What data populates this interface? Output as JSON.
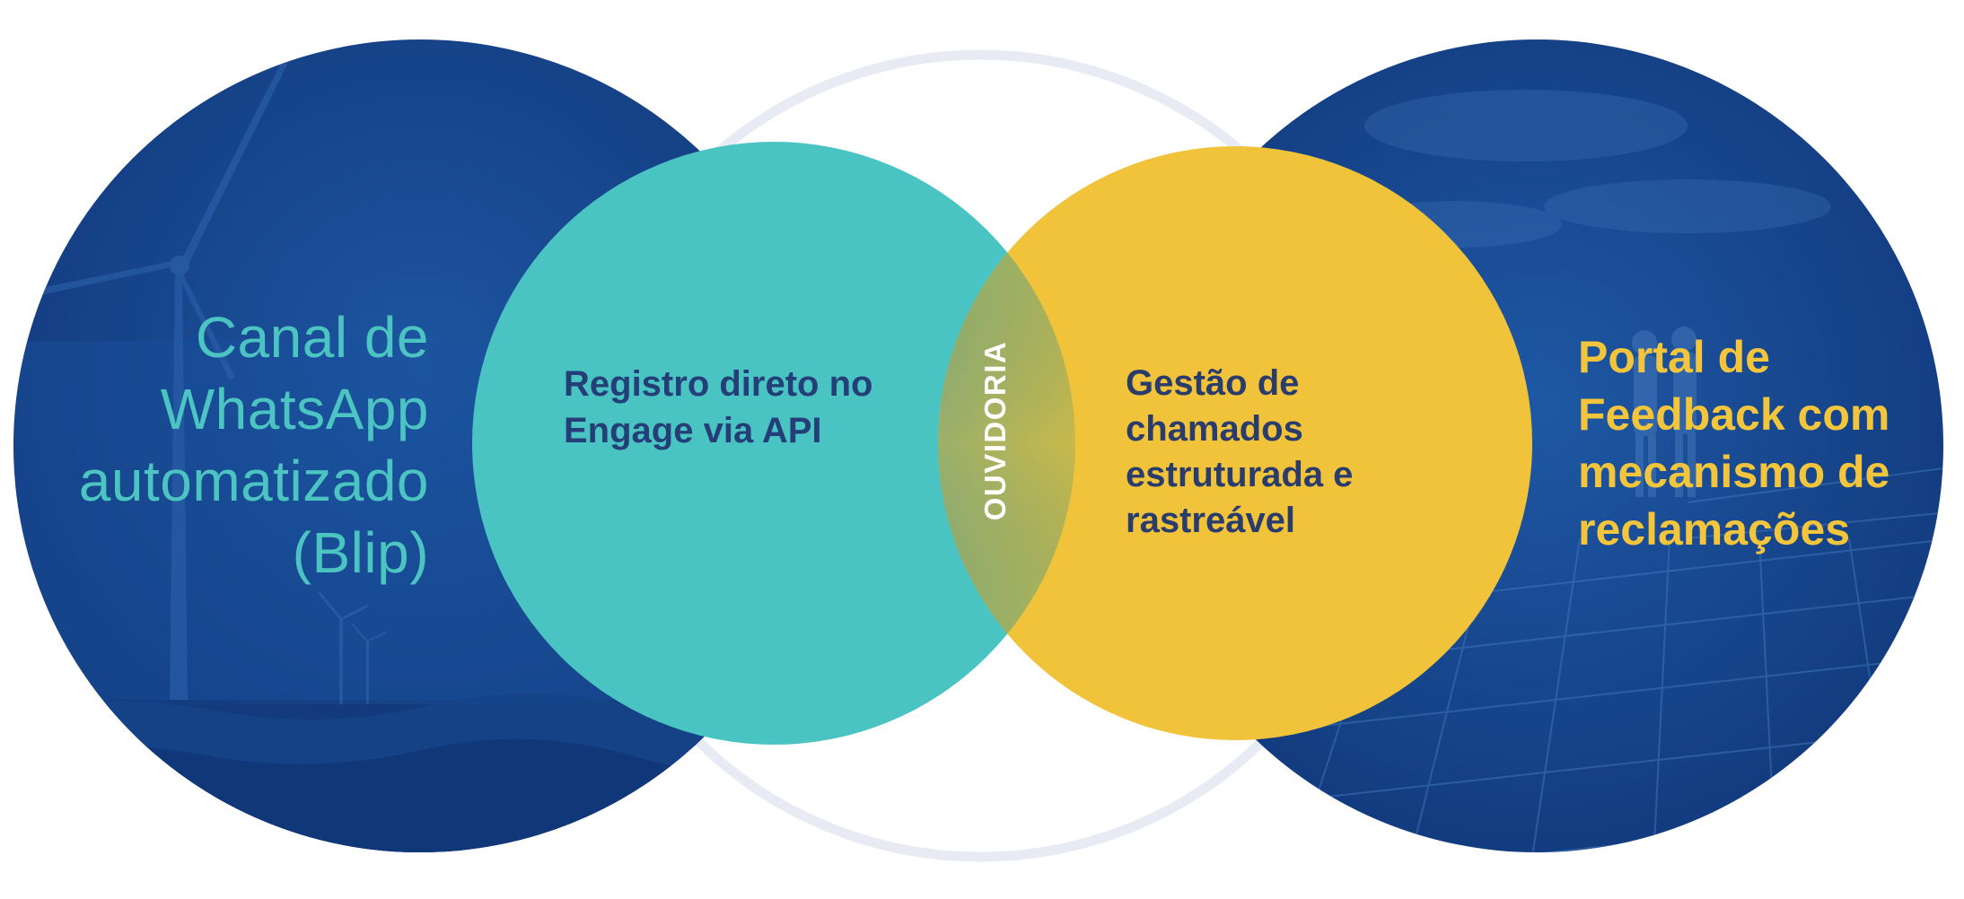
{
  "diagram": {
    "left_circle": {
      "label_lines": [
        "Canal de",
        "WhatsApp",
        "automatizado",
        "(Blip)"
      ]
    },
    "teal_circle": {
      "label_lines": [
        "Registro direto no",
        "Engage via API"
      ]
    },
    "center_overlap": {
      "label": "OUVIDORIA"
    },
    "yellow_circle": {
      "label_lines": [
        "Gestão de",
        "chamados",
        "estruturada e",
        "rastreável"
      ]
    },
    "right_circle": {
      "label_lines": [
        "Portal de",
        "Feedback com",
        "mecanismo de",
        "reclamações"
      ]
    },
    "colors": {
      "navy": "#1a4a8e",
      "navy_dark": "#103778",
      "teal": "#4ac4c2",
      "yellow": "#f0c33a",
      "ring": "#e8ebf3",
      "text_dark": "#243f78",
      "left_label": "#4cc4c1",
      "right_label": "#f2c53c",
      "center_label": "#ffffff"
    },
    "background_icons": [
      "wind-turbine-icon",
      "wheat-field-icon",
      "solar-panel-grid-icon",
      "workers-silhouette-icon"
    ]
  }
}
